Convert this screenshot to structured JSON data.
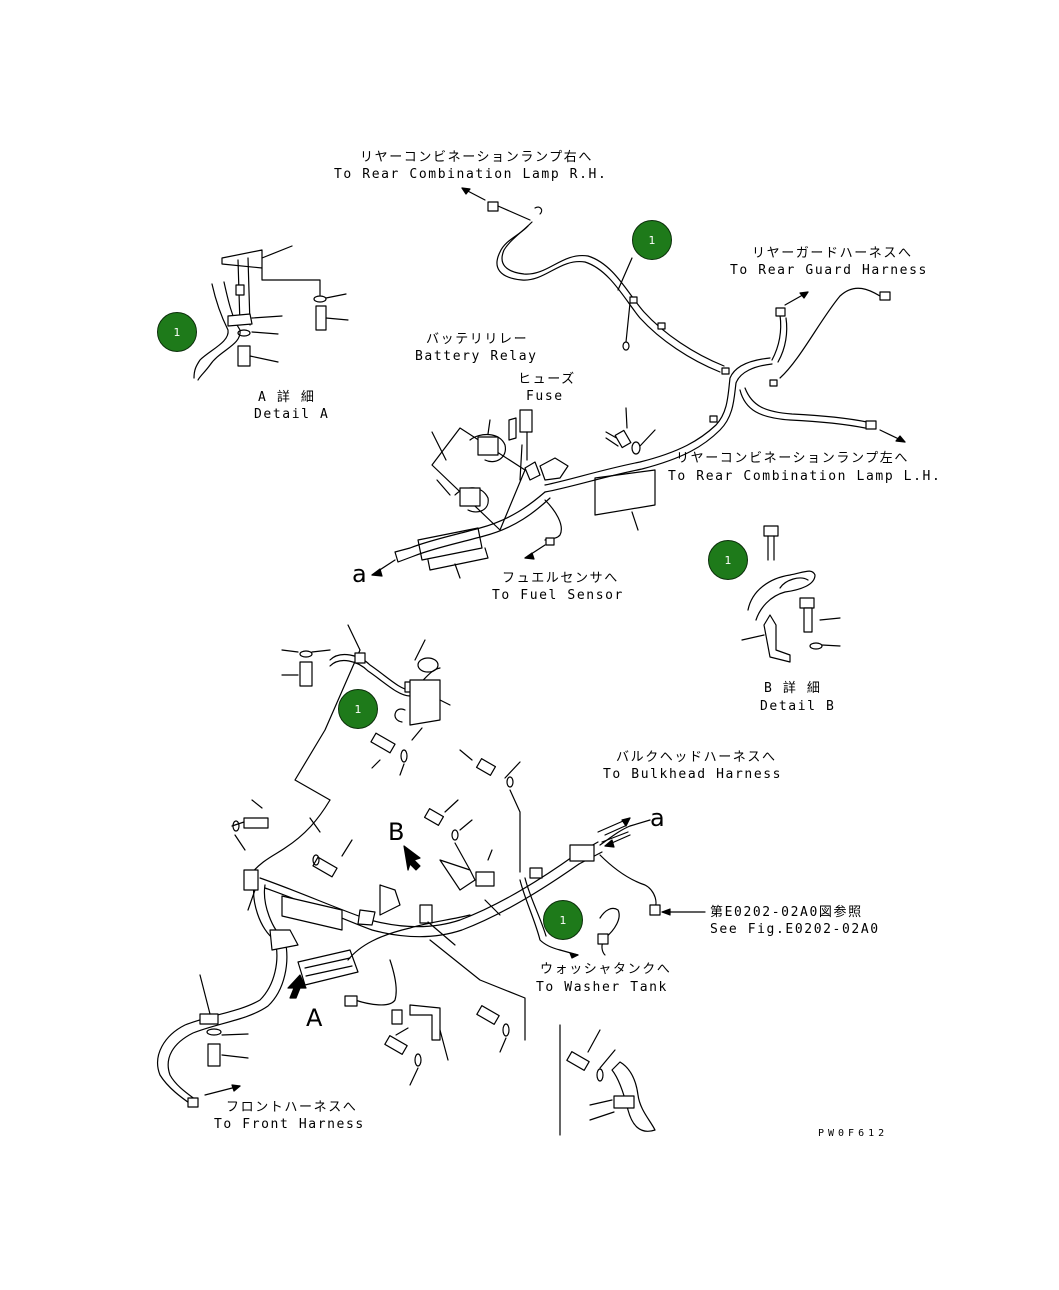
{
  "labels": {
    "rear_rh_jp": "リヤーコンビネーションランプ右へ",
    "rear_rh_en": "To Rear Combination Lamp R.H.",
    "rear_guard_jp": "リヤーガードハーネスへ",
    "rear_guard_en": "To Rear Guard Harness",
    "battery_relay_jp": "バッテリリレー",
    "battery_relay_en": "Battery Relay",
    "fuse_jp": "ヒューズ",
    "fuse_en": "Fuse",
    "rear_lh_jp": "リヤーコンビネーションランプ左へ",
    "rear_lh_en": "To Rear Combination Lamp L.H.",
    "fuel_jp": "フュエルセンサへ",
    "fuel_en": "To Fuel Sensor",
    "detail_a_jp": "A 詳 細",
    "detail_a_en": "Detail A",
    "detail_b_jp": "B 詳 細",
    "detail_b_en": "Detail B",
    "bulkhead_jp": "バルクヘッドハーネスへ",
    "bulkhead_en": "To Bulkhead Harness",
    "see_fig_jp": "第E0202-02A0図参照",
    "see_fig_en": "See Fig.E0202-02A0",
    "washer_jp": "ウォッシャタンクへ",
    "washer_en": "To Washer Tank",
    "front_jp": "フロントハーネスへ",
    "front_en": "To Front Harness",
    "letter_a_lower_1": "a",
    "letter_a_lower_2": "a",
    "letter_A": "A",
    "letter_B": "B",
    "drawing_code": "PW0F612"
  },
  "callouts": [
    {
      "number": "1"
    },
    {
      "number": "1"
    },
    {
      "number": "1"
    },
    {
      "number": "1"
    },
    {
      "number": "1"
    }
  ],
  "colors": {
    "callout_fill": "#1e7a1a",
    "line": "#000000",
    "background": "#ffffff"
  }
}
